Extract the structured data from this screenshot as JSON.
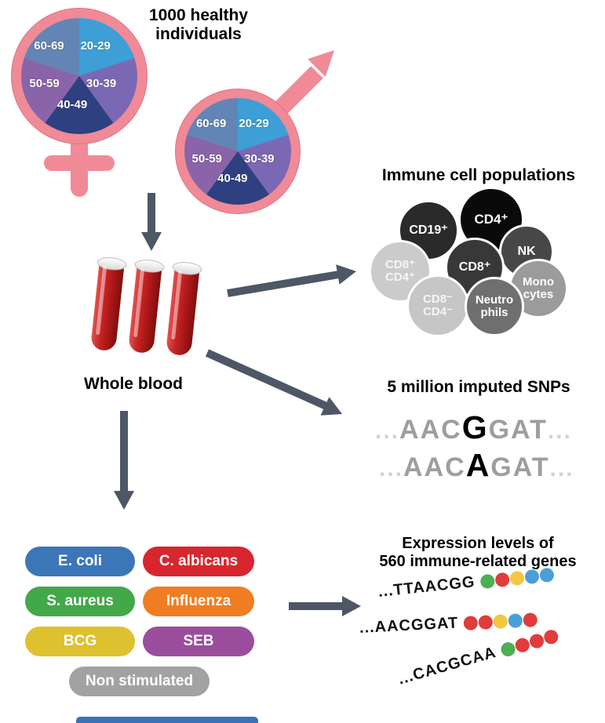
{
  "cohort": {
    "title": "1000 healthy\nindividuals"
  },
  "demographics": {
    "symbol_color": "#f08a97",
    "age_groups": [
      {
        "label": "20-29",
        "color": "#3d9fd6"
      },
      {
        "label": "30-39",
        "color": "#7b68b4"
      },
      {
        "label": "40-49",
        "color": "#2e4080"
      },
      {
        "label": "50-59",
        "color": "#8a64a8"
      },
      {
        "label": "60-69",
        "color": "#6385b5"
      }
    ]
  },
  "whole_blood": {
    "label": "Whole blood",
    "tube_color": "#c62222"
  },
  "immune_cells": {
    "heading": "Immune cell populations",
    "cells": [
      {
        "label": "CD19⁺",
        "color": "#2a2a2a",
        "text_color": "#ffffff"
      },
      {
        "label": "CD4⁺",
        "color": "#0a0a0a",
        "text_color": "#ffffff"
      },
      {
        "label": "NK",
        "color": "#474747",
        "text_color": "#ffffff"
      },
      {
        "label": "CD8⁺",
        "color": "#383838",
        "text_color": "#ffffff"
      },
      {
        "label": "CD8⁺\nCD4⁺",
        "color": "#cbcbcb",
        "text_color": "#f5f5f5"
      },
      {
        "label": "CD8⁻\nCD4⁻",
        "color": "#c6c6c6",
        "text_color": "#f5f5f5"
      },
      {
        "label": "Neutro\nphils",
        "color": "#6f6f6f",
        "text_color": "#ffffff"
      },
      {
        "label": "Mono\ncytes",
        "color": "#9b9b9b",
        "text_color": "#ffffff"
      }
    ]
  },
  "snps": {
    "heading": "5 million imputed SNPs",
    "sequences": [
      {
        "pre_dots": "...",
        "pre": "AAC",
        "highlight": "G",
        "post": "GAT",
        "post_dots": "..."
      },
      {
        "pre_dots": "...",
        "pre": "AAC",
        "highlight": "A",
        "post": "GAT",
        "post_dots": "..."
      }
    ]
  },
  "stimuli": {
    "items": [
      {
        "label": "E. coli",
        "color": "#3b76b8"
      },
      {
        "label": "C. albicans",
        "color": "#d8262e"
      },
      {
        "label": "S. aureus",
        "color": "#43a849"
      },
      {
        "label": "Influenza",
        "color": "#f07d22"
      },
      {
        "label": "BCG",
        "color": "#dfc02f"
      },
      {
        "label": "SEB",
        "color": "#9b4d9d"
      },
      {
        "label": "Non stimulated",
        "color": "#a2a2a2"
      }
    ]
  },
  "expression": {
    "heading": "Expression levels of\n560 immune-related genes",
    "sequences": [
      {
        "text": "...TTAACGG",
        "beads": [
          "#4caf50",
          "#e03c3c",
          "#f2c840",
          "#4a9fd8",
          "#4a9fd8"
        ]
      },
      {
        "text": "...AACGGAT",
        "beads": [
          "#e03c3c",
          "#e03c3c",
          "#f2c840",
          "#4a9fd8",
          "#e03c3c"
        ]
      },
      {
        "text": "...CACGCAA",
        "beads": [
          "#4caf50",
          "#e03c3c",
          "#e03c3c",
          "#e03c3c"
        ]
      }
    ]
  },
  "misc": {
    "arrow_color": "#4d5765",
    "partial_bar_color": "#3a72b5"
  }
}
